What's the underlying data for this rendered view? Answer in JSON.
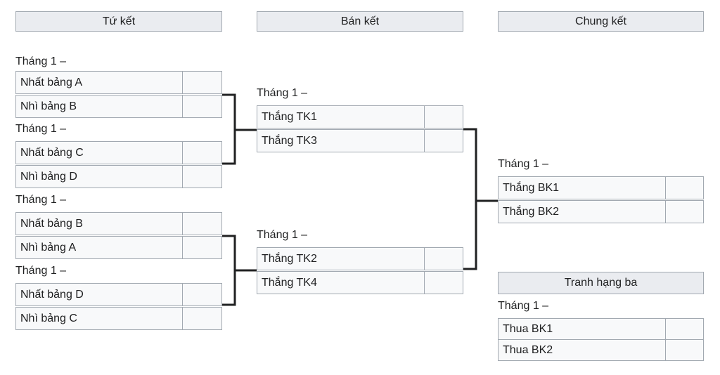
{
  "rounds": {
    "quarterfinal": "Tứ kết",
    "semifinal": "Bán kết",
    "final": "Chung kết",
    "third_place": "Tranh hạng ba"
  },
  "matches": {
    "qf1": {
      "date": "Tháng 1 –",
      "team1": "Nhất bảng A",
      "team2": "Nhì bảng B",
      "score1": "",
      "score2": ""
    },
    "qf2": {
      "date": "Tháng 1 –",
      "team1": "Nhất bảng C",
      "team2": "Nhì bảng D",
      "score1": "",
      "score2": ""
    },
    "qf3": {
      "date": "Tháng 1 –",
      "team1": "Nhất bảng B",
      "team2": "Nhì bảng A",
      "score1": "",
      "score2": ""
    },
    "qf4": {
      "date": "Tháng 1 –",
      "team1": "Nhất bảng D",
      "team2": "Nhì bảng C",
      "score1": "",
      "score2": ""
    },
    "sf1": {
      "date": "Tháng 1 –",
      "team1": "Thắng TK1",
      "team2": "Thắng TK3",
      "score1": "",
      "score2": ""
    },
    "sf2": {
      "date": "Tháng 1 –",
      "team1": "Thắng TK2",
      "team2": "Thắng TK4",
      "score1": "",
      "score2": ""
    },
    "final": {
      "date": "Tháng 1 –",
      "team1": "Thắng BK1",
      "team2": "Thắng BK2",
      "score1": "",
      "score2": ""
    },
    "third": {
      "date": "Tháng 1 –",
      "team1": "Thua BK1",
      "team2": "Thua BK2",
      "score1": "",
      "score2": ""
    }
  }
}
